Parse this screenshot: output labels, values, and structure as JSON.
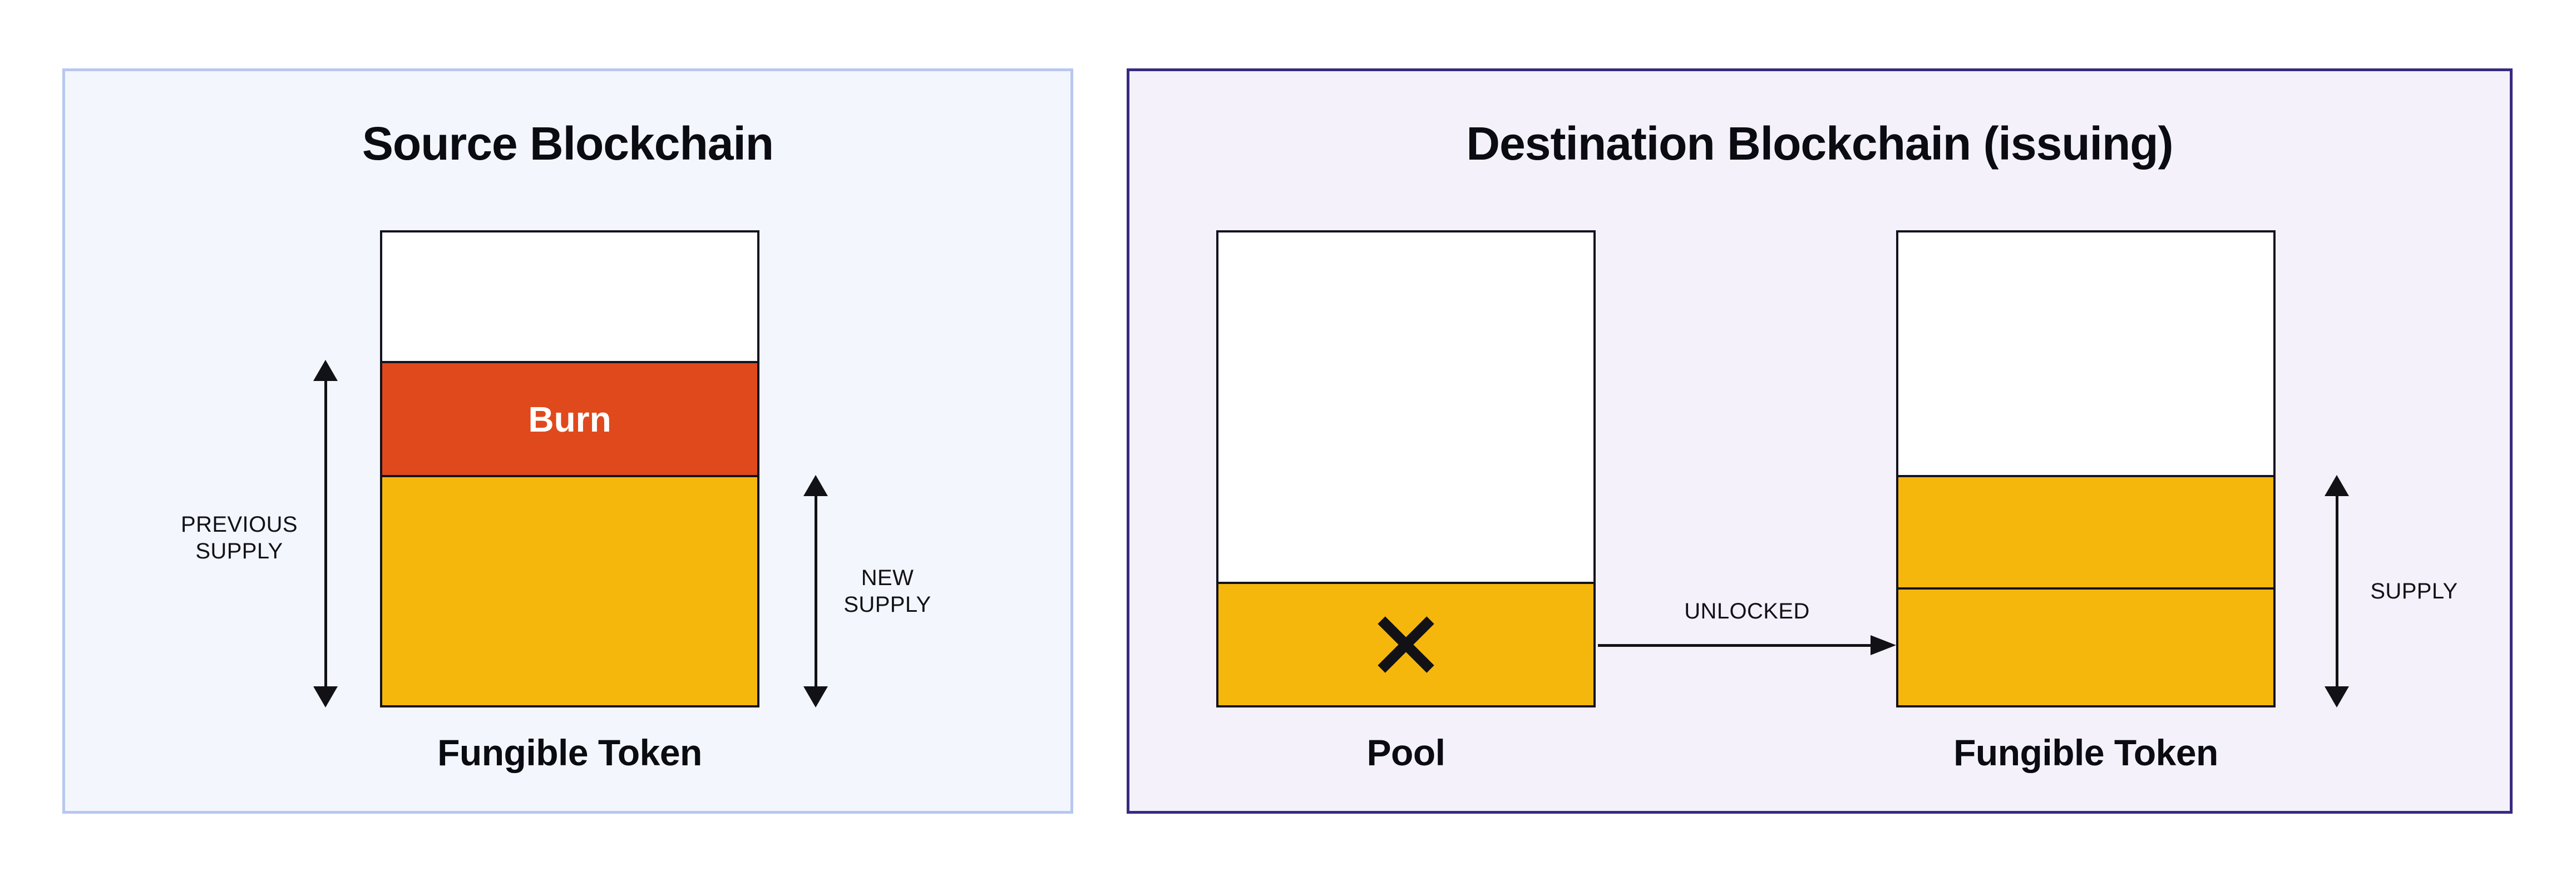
{
  "colors": {
    "gold": "#F6B70D",
    "burn_red": "#E0491C",
    "outline": "#131320",
    "ink": "#121216",
    "title_color": "#0B0B12",
    "burn_text": "#FFFFFF",
    "left_panel_bg": "#F3F6FD",
    "left_panel_border": "#B7C7F0",
    "right_panel_bg": "#F4F1FB",
    "right_panel_border": "#382A80"
  },
  "left_panel": {
    "title": "Source Blockchain",
    "bar_label": "Fungible Token",
    "bar": {
      "empty_pct": 27.2,
      "burn_pct": 24.1,
      "locked_pct": 48.7,
      "burn_label": "Burn"
    },
    "previous_supply": {
      "line1": "PREVIOUS",
      "line2": "SUPPLY"
    },
    "new_supply": {
      "line1": "NEW",
      "line2": "SUPPLY"
    }
  },
  "right_panel": {
    "title": "Destination Blockchain (issuing)",
    "pool": {
      "label": "Pool",
      "empty_pct": 73.9,
      "locked_pct": 26.1,
      "cross_icon": "crossed-out-locked-tokens"
    },
    "transfer": {
      "label": "UNLOCKED"
    },
    "token_bar": {
      "label": "Fungible Token",
      "empty_pct": 51.3,
      "unlocked_pct": 24.2,
      "existing_pct": 24.5
    },
    "supply": {
      "label": "SUPPLY"
    }
  }
}
